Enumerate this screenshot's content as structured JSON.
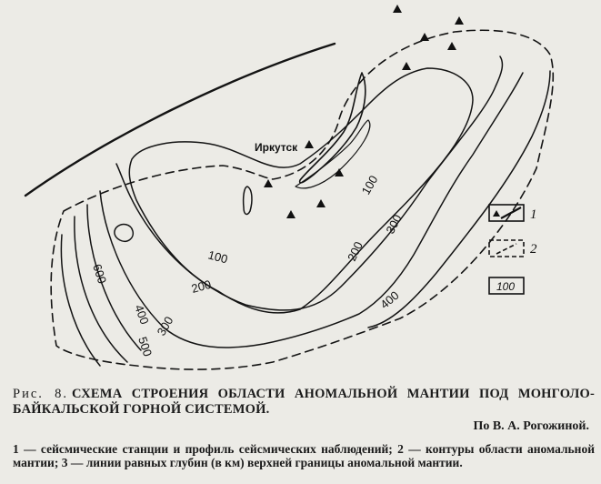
{
  "figure": {
    "city": "Иркутск",
    "contour_labels": {
      "c100a": "100",
      "c100b": "100",
      "c200a": "200",
      "c200b": "200",
      "c300a": "300",
      "c300b": "300",
      "c400a": "400",
      "c400b": "400",
      "c500": "500",
      "c600": "600"
    },
    "legend": [
      {
        "num": "1",
        "symbol": "station-triangle-with-line"
      },
      {
        "num": "2",
        "symbol": "dashed-outline"
      },
      {
        "num": "",
        "symbol": "contour-box",
        "box_text": "100"
      }
    ]
  },
  "caption": {
    "fig_label": "Рис. 8.",
    "title": "СХЕМА СТРОЕНИЯ ОБЛАСТИ АНОМАЛЬНОЙ МАНТИИ ПОД МОНГОЛО-БАЙКАЛЬСКОЙ ГОРНОЙ СИСТЕМОЙ.",
    "author": "По В. А. Рогожиной.",
    "description": "1 — сейсмические станции и профиль сейсмических наблюдений; 2 — контуры области аномальной мантии; 3 — линии равных глубин (в км) верхней границы аномальной мантии."
  }
}
